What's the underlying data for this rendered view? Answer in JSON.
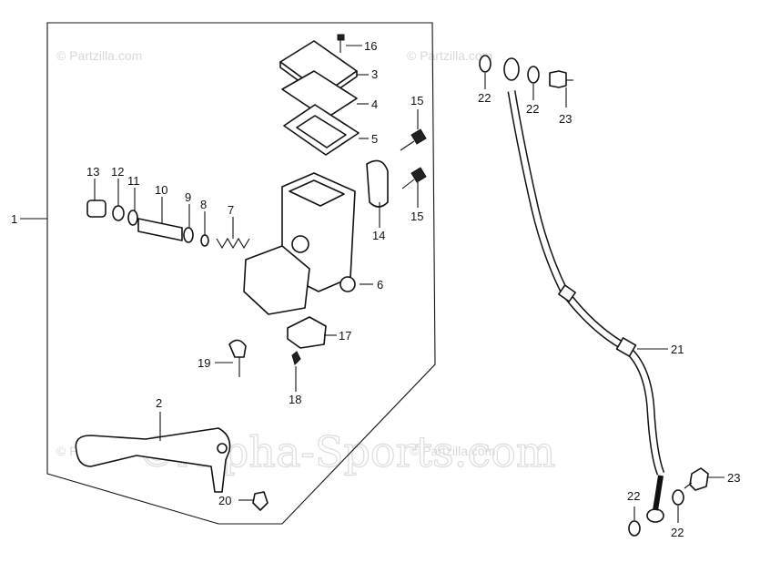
{
  "watermarks": {
    "partzilla": "© Partzilla.com",
    "dealer": "©Alpha-Sports.com"
  },
  "callouts": [
    {
      "id": "1",
      "label": "1"
    },
    {
      "id": "2",
      "label": "2"
    },
    {
      "id": "3",
      "label": "3"
    },
    {
      "id": "4",
      "label": "4"
    },
    {
      "id": "5",
      "label": "5"
    },
    {
      "id": "6",
      "label": "6"
    },
    {
      "id": "7",
      "label": "7"
    },
    {
      "id": "8",
      "label": "8"
    },
    {
      "id": "9",
      "label": "9"
    },
    {
      "id": "10",
      "label": "10"
    },
    {
      "id": "11",
      "label": "11"
    },
    {
      "id": "12",
      "label": "12"
    },
    {
      "id": "13",
      "label": "13"
    },
    {
      "id": "14",
      "label": "14"
    },
    {
      "id": "15a",
      "label": "15"
    },
    {
      "id": "15b",
      "label": "15"
    },
    {
      "id": "16",
      "label": "16"
    },
    {
      "id": "17",
      "label": "17"
    },
    {
      "id": "18",
      "label": "18"
    },
    {
      "id": "19",
      "label": "19"
    },
    {
      "id": "20",
      "label": "20"
    },
    {
      "id": "21",
      "label": "21"
    },
    {
      "id": "22a",
      "label": "22"
    },
    {
      "id": "22b",
      "label": "22"
    },
    {
      "id": "22c",
      "label": "22"
    },
    {
      "id": "22d",
      "label": "22"
    },
    {
      "id": "23a",
      "label": "23"
    },
    {
      "id": "23b",
      "label": "23"
    }
  ]
}
